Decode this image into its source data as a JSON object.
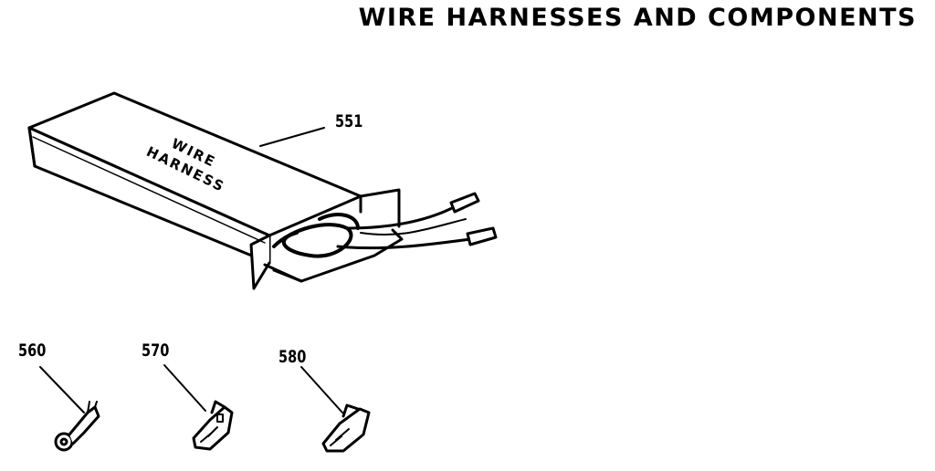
{
  "title": "WIRE HARNESSES AND COMPONENTS",
  "parts": {
    "harness": {
      "number": "551",
      "box_text_line1": "WIRE",
      "box_text_line2": "HARNESS"
    },
    "terminal_ring": {
      "number": "560"
    },
    "terminal_female_a": {
      "number": "570"
    },
    "terminal_female_b": {
      "number": "580"
    }
  }
}
